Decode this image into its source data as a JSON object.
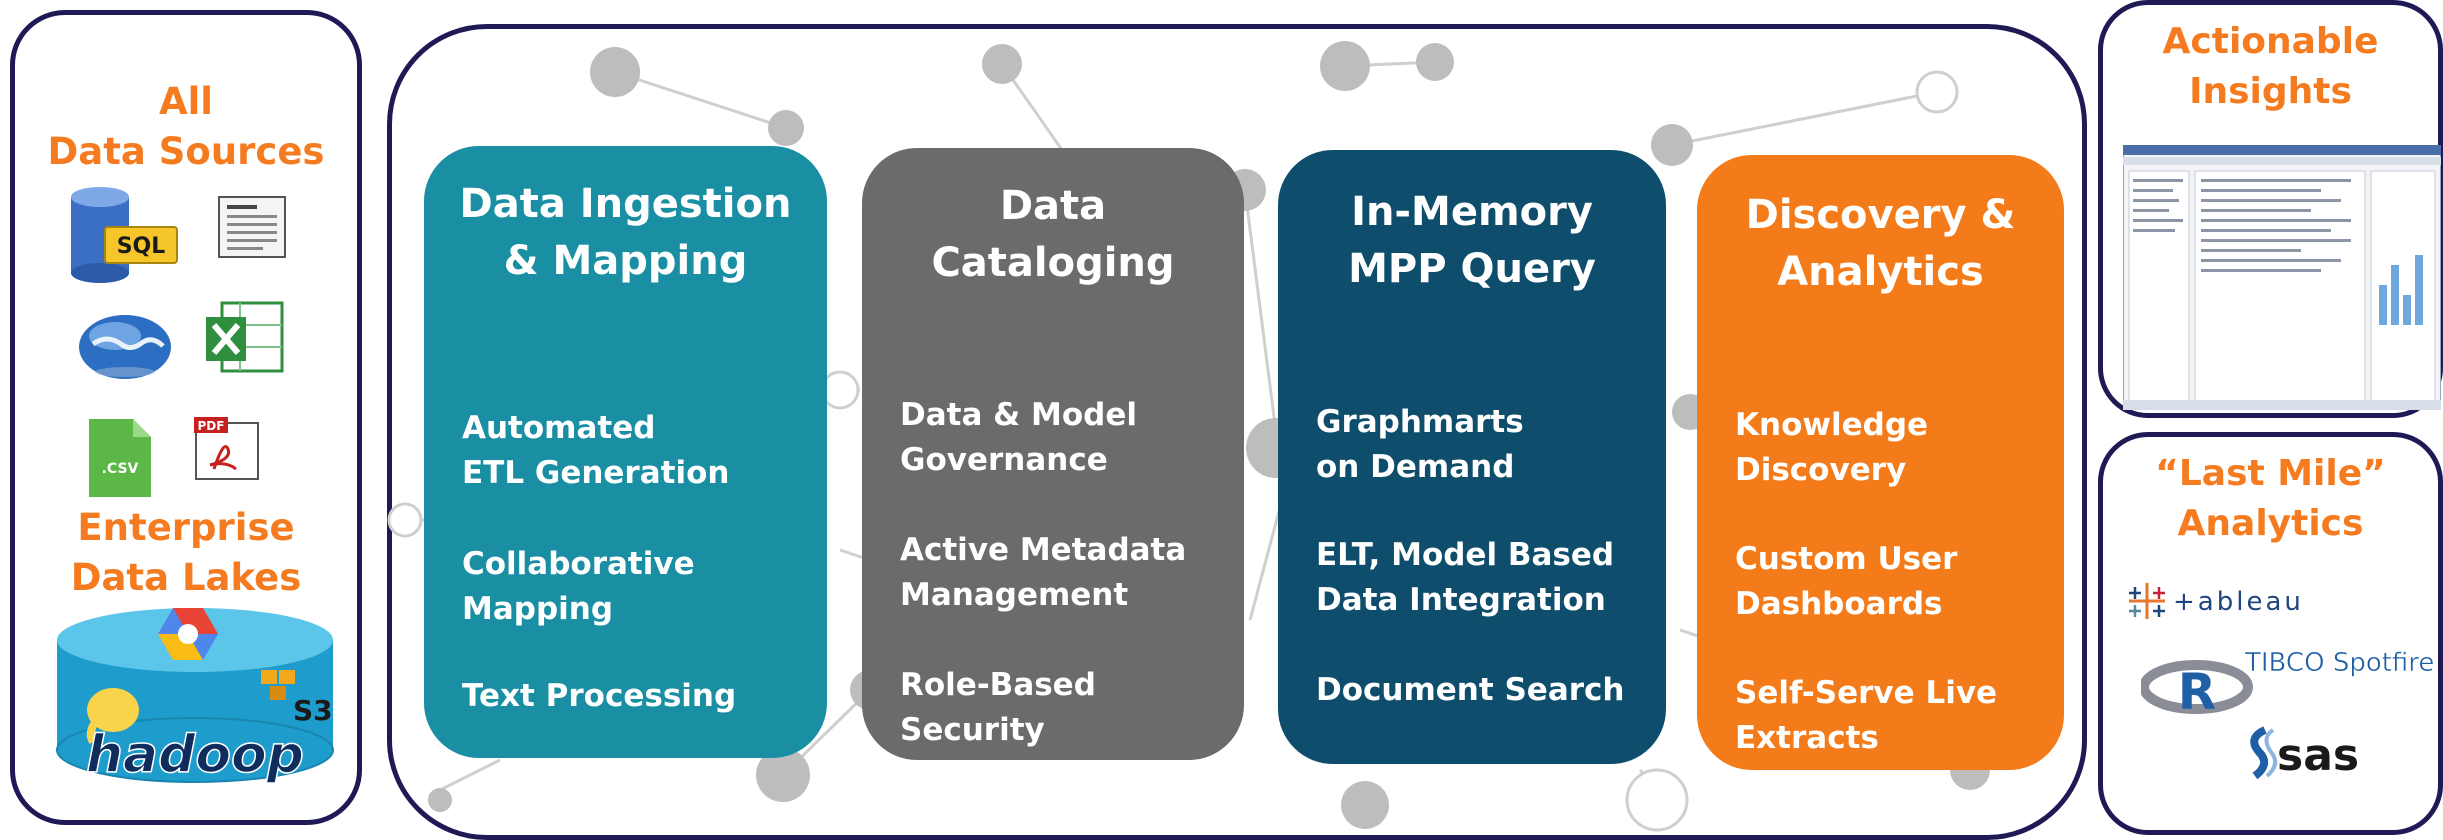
{
  "colors": {
    "border": "#1f1a55",
    "orange_text": "#f47b20",
    "ingestion": "#1a8fa3",
    "cataloging": "#6b6b6b",
    "query": "#0e4d6b",
    "discovery": "#f47b1a",
    "node": "#bdbdbd"
  },
  "left_panel": {
    "sources_title_line1": "All",
    "sources_title_line2": "Data Sources",
    "lakes_title_line1": "Enterprise",
    "lakes_title_line2": "Data Lakes",
    "sql_label": "SQL",
    "csv_label": ".CSV",
    "pdf_label": "PDF",
    "hadoop_label": "hadoop",
    "s3_label": "S3"
  },
  "cards": [
    {
      "title_line1": "Data Ingestion",
      "title_line2": "& Mapping",
      "items": [
        [
          "Automated",
          "ETL Generation"
        ],
        [
          "Collaborative",
          "Mapping"
        ],
        [
          "Text Processing",
          ""
        ]
      ]
    },
    {
      "title_line1": "Data",
      "title_line2": "Cataloging",
      "items": [
        [
          "Data & Model",
          "Governance"
        ],
        [
          "Active Metadata",
          "Management"
        ],
        [
          "Role-Based Security",
          ""
        ]
      ]
    },
    {
      "title_line1": "In-Memory",
      "title_line2": "MPP Query",
      "items": [
        [
          "Graphmarts",
          "on Demand"
        ],
        [
          "ELT, Model Based",
          "Data Integration"
        ],
        [
          "Document  Search",
          ""
        ]
      ]
    },
    {
      "title_line1": "Discovery &",
      "title_line2": "Analytics",
      "items": [
        [
          "Knowledge",
          "Discovery"
        ],
        [
          "Custom User",
          "Dashboards"
        ],
        [
          "Self-Serve Live",
          "Extracts"
        ]
      ]
    }
  ],
  "right_top": {
    "title_line1": "Actionable",
    "title_line2": "Insights"
  },
  "right_bottom": {
    "title_line1": "“Last Mile”",
    "title_line2": "Analytics",
    "logos": [
      "+ableau",
      "TIBCO Spotfire",
      "R",
      "sas"
    ]
  }
}
